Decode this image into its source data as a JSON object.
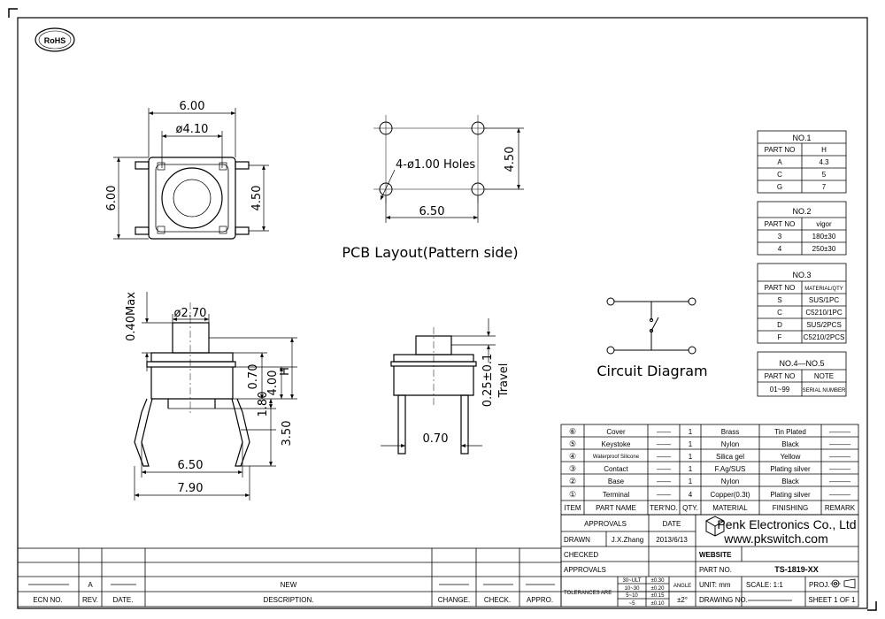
{
  "rohs": "RoHS",
  "dims": {
    "top_width": "6.00",
    "top_stem": "ø4.10",
    "top_height_left": "6.00",
    "top_height_right": "4.50",
    "pcb_holes": "4-ø1.00 Holes",
    "pcb_width": "6.50",
    "pcb_height": "4.50",
    "side_max": "0.40Max",
    "side_stem": "ø2.70",
    "side_070": "0.70",
    "side_400": "4.00",
    "side_H": "H",
    "side_180": "1.80",
    "side_350": "3.50",
    "side_650": "6.50",
    "side_790": "7.90",
    "rear_travel": "0.25±0.1",
    "rear_travel_label": "Travel",
    "rear_070": "0.70"
  },
  "labels": {
    "pcb_layout": "PCB Layout(Pattern side)",
    "circuit": "Circuit Diagram"
  },
  "no1": {
    "title": "NO.1",
    "head": [
      "PART NO",
      "H"
    ],
    "rows": [
      [
        "A",
        "4.3"
      ],
      [
        "C",
        "5"
      ],
      [
        "G",
        "7"
      ]
    ]
  },
  "no2": {
    "title": "NO.2",
    "head": [
      "PART NO",
      "vigor"
    ],
    "rows": [
      [
        "3",
        "180±30"
      ],
      [
        "4",
        "250±30"
      ]
    ]
  },
  "no3": {
    "title": "NO.3",
    "head": [
      "PART NO",
      "MATERIAL/QTY"
    ],
    "rows": [
      [
        "S",
        "SUS/1PC"
      ],
      [
        "C",
        "C5210/1PC"
      ],
      [
        "D",
        "SUS/2PCS"
      ],
      [
        "F",
        "C5210/2PCS"
      ]
    ]
  },
  "no4": {
    "title": "NO.4—NO.5",
    "head": [
      "PART NO",
      "NOTE"
    ],
    "rows": [
      [
        "01~99",
        "SERIAL NUMBER"
      ]
    ]
  },
  "bom": {
    "rows": [
      {
        "item": "⑥",
        "name": "Cover",
        "ter": "——",
        "qty": "1",
        "mat": "Brass",
        "fin": "Tin Plated",
        "rem": "———"
      },
      {
        "item": "⑤",
        "name": "Keystoke",
        "ter": "——",
        "qty": "1",
        "mat": "Nylon",
        "fin": "Black",
        "rem": "———"
      },
      {
        "item": "④",
        "name": "Waterproof Silicone",
        "ter": "——",
        "qty": "1",
        "mat": "Silica gel",
        "fin": "Yellow",
        "rem": "———"
      },
      {
        "item": "③",
        "name": "Contact",
        "ter": "——",
        "qty": "1",
        "mat": "F.Ag/SUS",
        "fin": "Plating silver",
        "rem": "———"
      },
      {
        "item": "②",
        "name": "Base",
        "ter": "——",
        "qty": "1",
        "mat": "Nylon",
        "fin": "Black",
        "rem": "———"
      },
      {
        "item": "①",
        "name": "Terminal",
        "ter": "——",
        "qty": "4",
        "mat": "Copper(0.3t)",
        "fin": "Plating silver",
        "rem": "———"
      }
    ],
    "head": {
      "item": "ITEM",
      "name": "PART NAME",
      "ter": "TER'NO.",
      "qty": "QTY.",
      "mat": "MATERIAL",
      "fin": "FINISHING",
      "rem": "REMARK"
    }
  },
  "title_block": {
    "approvals": "APPROVALS",
    "date": "DATE",
    "drawn": "DRAWN",
    "drawn_by": "J.X.Zhang",
    "drawn_date": "2013/6/13",
    "checked": "CHECKED",
    "approvals2": "APPROVALS",
    "company": "Penk Electronics Co., Ltd",
    "site": "www.pkswitch.com",
    "website": "WEBSITE",
    "part_no_label": "PART NO.",
    "part_no": "TS-1819-XX",
    "tolerances": "TOLERANCES ARE",
    "tol_ranges": [
      "30~ULT",
      "10~30",
      "5~10",
      "~5"
    ],
    "tol_values": [
      "±0.30",
      "±0.20",
      "±0.15",
      "±0.10"
    ],
    "angle": "ANGLE",
    "angle_tol": "±2°",
    "unit": "UNIT:  mm",
    "scale": "SCALE:  1:1",
    "proj": "PROJ.",
    "drawing_no": "DRAWING NO.",
    "sheet": "SHEET  1  OF  1"
  },
  "revision": {
    "rev_value": "A",
    "new": "NEW",
    "headers": [
      "ECN NO.",
      "REV.",
      "DATE.",
      "DESCRIPTION.",
      "CHANGE.",
      "CHECK.",
      "APPRO."
    ]
  },
  "colors": {
    "line": "#000000",
    "background": "#ffffff"
  }
}
